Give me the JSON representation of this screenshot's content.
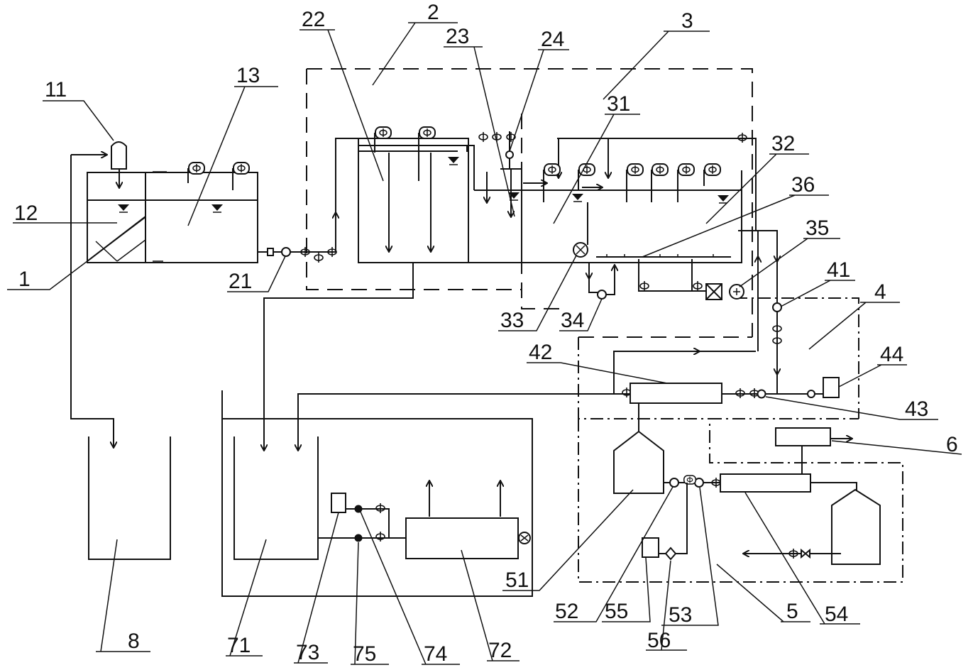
{
  "labels": {
    "n11": "11",
    "n13": "13",
    "n12": "12",
    "n1": "1",
    "n2": "2",
    "n22": "22",
    "n23": "23",
    "n24": "24",
    "n3": "3",
    "n31": "31",
    "n32": "32",
    "n36": "36",
    "n35": "35",
    "n41": "41",
    "n4": "4",
    "n44": "44",
    "n43": "43",
    "n42": "42",
    "n33": "33",
    "n34": "34",
    "n21": "21",
    "n6": "6",
    "n51": "51",
    "n52": "52",
    "n55": "55",
    "n53": "53",
    "n56": "56",
    "n5": "5",
    "n54": "54",
    "n8": "8",
    "n71": "71",
    "n73": "73",
    "n75": "75",
    "n74": "74",
    "n72": "72"
  }
}
